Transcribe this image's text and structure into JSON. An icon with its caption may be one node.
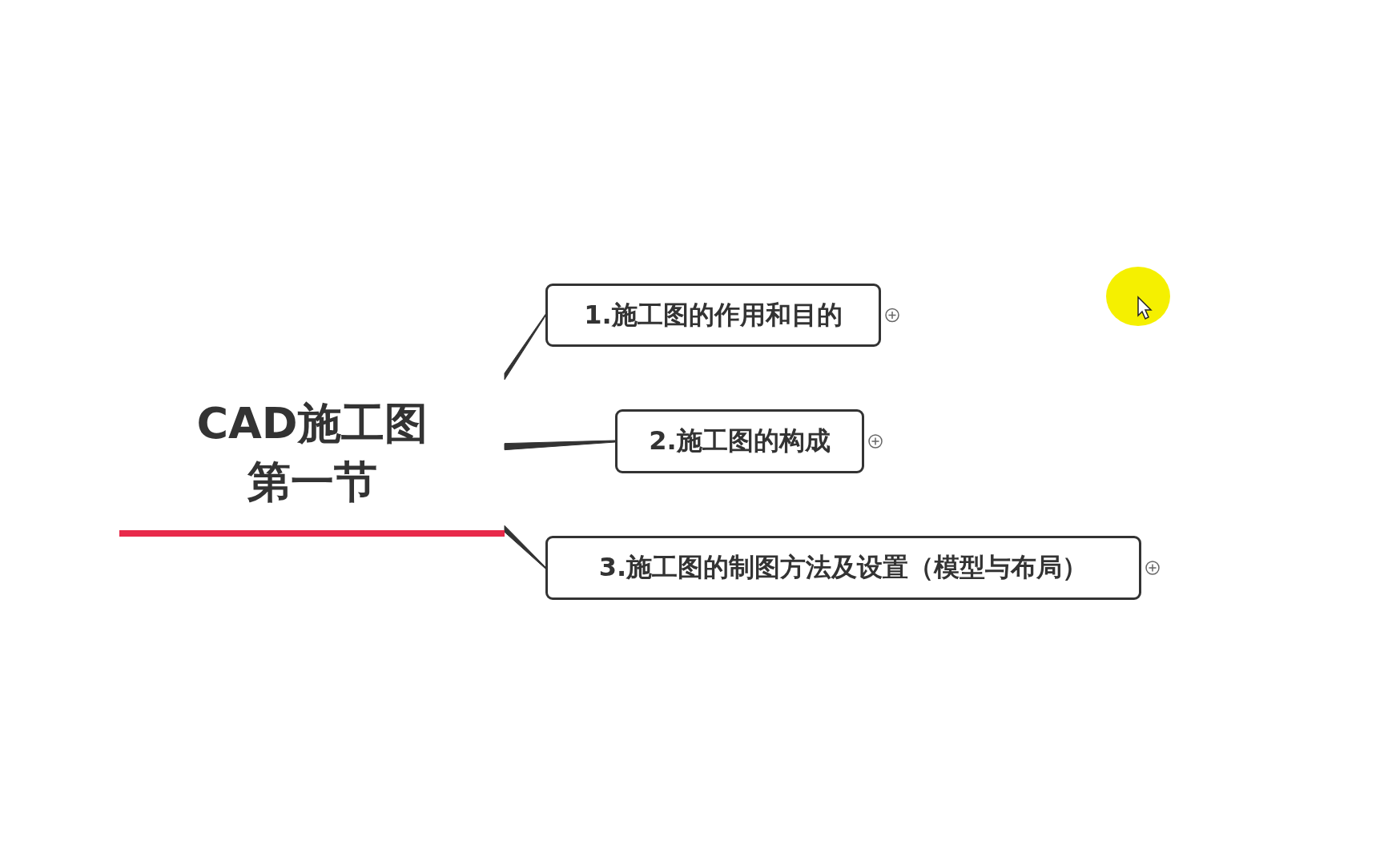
{
  "diagram": {
    "nodes": [
      {
        "text": [
          "CAD施工图第一节"
        ]
      },
      {
        "text": [
          "1.施工图的作用和目的"
        ]
      },
      {
        "text": [
          "2.施工图的构成"
        ]
      },
      {
        "text": [
          "3.施工图的制图方法及设置（模型与布局）"
        ]
      }
    ],
    "edges": [
      {
        "from": 0,
        "to": 1,
        "arrow": "none"
      },
      {
        "from": 0,
        "to": 2,
        "arrow": "none"
      },
      {
        "from": 0,
        "to": 3,
        "arrow": "none"
      }
    ]
  }
}
